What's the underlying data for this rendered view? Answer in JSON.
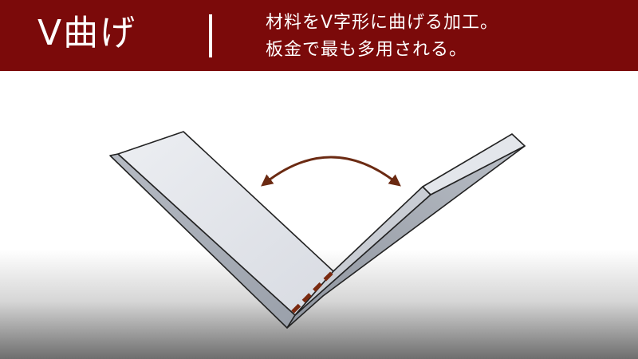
{
  "header": {
    "title": "V曲げ",
    "description_line1": "材料をV字形に曲げる加工。",
    "description_line2": "板金で最も多用される。"
  },
  "colors": {
    "header_background": "#7b0a0a",
    "header_text": "#ffffff",
    "plate_face": "#dfe2e8",
    "plate_edge": "#9da3ad",
    "arrow": "#6b2a12",
    "bend_line": "#7a2a10"
  },
  "illustration": {
    "subject": "V-bent sheet metal plate",
    "icons": [
      "double-headed-arc-arrow",
      "dashed-bend-line"
    ]
  }
}
